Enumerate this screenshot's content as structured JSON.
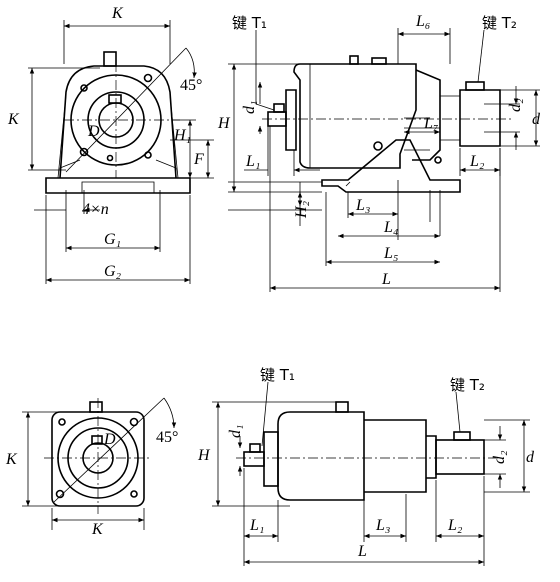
{
  "top": {
    "K_top": "K",
    "K_left": "K",
    "D": "D",
    "angle": "45°",
    "H1": "H₁",
    "F": "F",
    "nholes": "4×n",
    "G1": "G₁",
    "G2": "G₂",
    "keyT1": "键 T₁",
    "keyT2": "键 T₂",
    "L6": "L₆",
    "d1": "d₁",
    "H": "H",
    "L1": "L₁",
    "L7": "L₇",
    "d2": "d₂",
    "d": "d",
    "L2": "L₂",
    "H2": "H₂",
    "L3": "L₃",
    "L4": "L₄",
    "L5": "L₅",
    "L": "L"
  },
  "bottom": {
    "K_left": "K",
    "K_bottom": "K",
    "D": "D",
    "angle": "45°",
    "keyT1": "键 T₁",
    "keyT2": "键 T₂",
    "H": "H",
    "d1": "d₁",
    "d2": "d₂",
    "d": "d",
    "L1": "L₁",
    "L3": "L₃",
    "L2": "L₂",
    "L": "L"
  }
}
